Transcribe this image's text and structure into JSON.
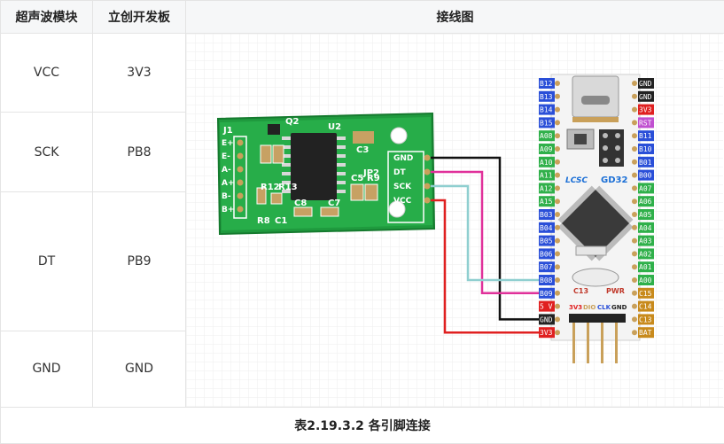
{
  "headers": {
    "module": "超声波模块",
    "board": "立创开发板",
    "diagram": "接线图"
  },
  "rows": [
    {
      "module_pin": "VCC",
      "board_pin": "3V3"
    },
    {
      "module_pin": "SCK",
      "board_pin": "PB8"
    },
    {
      "module_pin": "DT",
      "board_pin": "PB9"
    },
    {
      "module_pin": "GND",
      "board_pin": "GND"
    }
  ],
  "caption": "表2.19.3.2 各引脚连接",
  "diagram": {
    "hx711": {
      "labels": [
        "J1",
        "Q2",
        "U2",
        "C3",
        "JP2",
        "R12",
        "R13",
        "R8",
        "C1",
        "C8",
        "C7",
        "C5",
        "R9"
      ],
      "left_pins": [
        "E+",
        "E-",
        "A-",
        "A+",
        "B-",
        "B+"
      ],
      "right_pins": [
        "GND",
        "DT",
        "SCK",
        "VCC"
      ]
    },
    "board": {
      "left_pins": [
        "B12",
        "B13",
        "B14",
        "B15",
        "A08",
        "A09",
        "A10",
        "A11",
        "A12",
        "A15",
        "B03",
        "B04",
        "B05",
        "B06",
        "B07",
        "B08",
        "B09",
        "5 V",
        "GND",
        "3V3"
      ],
      "right_pins": [
        "GND",
        "GND",
        "3V3",
        "RST",
        "B11",
        "B10",
        "B01",
        "B00",
        "A07",
        "A06",
        "A05",
        "A04",
        "A03",
        "A02",
        "A01",
        "A00",
        "C15",
        "C14",
        "C13",
        "BAT"
      ],
      "chip_label": "GD32",
      "logo_label": "LCSC",
      "caps": [
        "C13",
        "PWR"
      ],
      "debug_pins": [
        "3V3",
        "DIO",
        "CLK",
        "GND"
      ]
    },
    "wire_colors": {
      "GND": "#111111",
      "DT": "#e0309a",
      "SCK": "#8fcfd0",
      "VCC": "#e02020"
    }
  }
}
